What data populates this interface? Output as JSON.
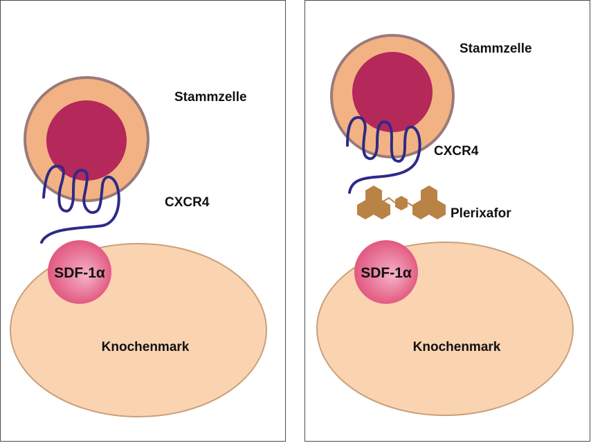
{
  "colors": {
    "cell_outer": "#f3b283",
    "cell_outer_stroke": "#9a7a7a",
    "nucleus": "#b4285a",
    "receptor": "#2e2a86",
    "plerixafor": "#b98345",
    "sdf_center": "#f199b4",
    "sdf_edge": "#e0557c",
    "bone_marrow_fill": "#fad3b1",
    "bone_marrow_stroke": "#c8a07a",
    "panel_border": "#4a4a4a"
  },
  "panels": [
    {
      "stem_cell_label": "Stammzelle",
      "receptor_label": "CXCR4",
      "ligand_label": "SDF-1α",
      "bone_marrow_label": "Knochenmark"
    },
    {
      "stem_cell_label": "Stammzelle",
      "receptor_label": "CXCR4",
      "drug_label": "Plerixafor",
      "ligand_label": "SDF-1α",
      "bone_marrow_label": "Knochenmark"
    }
  ]
}
